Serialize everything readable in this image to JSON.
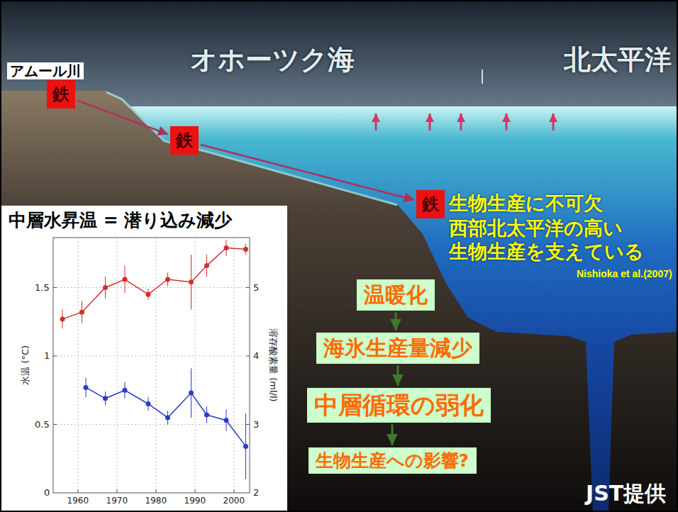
{
  "diagram": {
    "nodes": [
      {
        "text": [
          "鉄"
        ]
      },
      {
        "text": [
          "鉄"
        ]
      },
      {
        "text": [
          "鉄"
        ]
      },
      {
        "text": [
          "中層水昇温 = 潜り込み減少"
        ]
      },
      {
        "text": [
          "温暖化"
        ]
      },
      {
        "text": [
          "海氷生産量減少"
        ]
      },
      {
        "text": [
          "中層循環の弱化"
        ]
      },
      {
        "text": [
          "生物生産への影響?"
        ]
      }
    ],
    "edges": [
      {
        "from": 0,
        "to": 1,
        "arrow": "to"
      },
      {
        "from": 1,
        "to": 2,
        "arrow": "to"
      },
      {
        "from": 4,
        "to": 5,
        "arrow": "to"
      },
      {
        "from": 5,
        "to": 6,
        "arrow": "to"
      },
      {
        "from": 6,
        "to": 7,
        "arrow": "to"
      }
    ],
    "labels": [
      "アムール川",
      "オホーツク海",
      "北太平洋",
      "生物生産に不可欠",
      "西部北太平洋の高い 生物生産を支えている",
      "Nishioka et al.(2007)",
      "水温 (°C)",
      "溶存酸素量 (ml/l)",
      "0",
      "0.5",
      "1",
      "1.5",
      "2",
      "3",
      "4",
      "5",
      "1960",
      "1970",
      "1980",
      "1990",
      "2000",
      "JST提供"
    ]
  }
}
